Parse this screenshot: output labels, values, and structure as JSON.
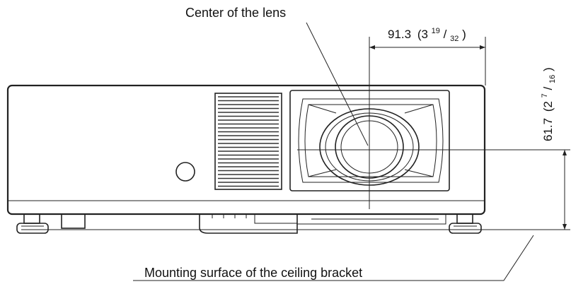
{
  "labels": {
    "lens_center": "Center of the lens",
    "mounting_surface": "Mounting surface of the ceiling bracket"
  },
  "dimensions": {
    "horizontal": {
      "value": "91.3",
      "imperial_prefix": "(3 ",
      "frac_num": "19",
      "frac_den": "32",
      "suffix": ")"
    },
    "vertical": {
      "value": "61.7",
      "imperial_prefix": "(2 ",
      "frac_num": "7",
      "frac_den": "16",
      "suffix": ")"
    }
  }
}
